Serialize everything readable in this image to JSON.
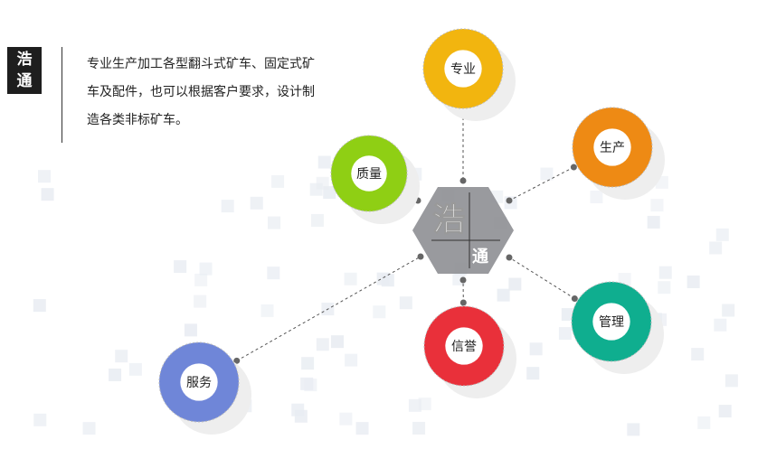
{
  "logo": {
    "line1": "浩",
    "line2": "通"
  },
  "intro": "专业生产加工各型翻斗式矿车、固定式矿车及配件，也可以根据客户要求，设计制造各类非标矿车。",
  "hub": {
    "char1": "浩",
    "char2": "通",
    "color": "#8e8f94"
  },
  "nodes": [
    {
      "label": "专业",
      "color": "#f2b50f"
    },
    {
      "label": "生产",
      "color": "#ee8a14"
    },
    {
      "label": "质量",
      "color": "#8fcf14"
    },
    {
      "label": "管理",
      "color": "#0fae8f"
    },
    {
      "label": "信誉",
      "color": "#e9303a"
    },
    {
      "label": "服务",
      "color": "#6f86d8"
    }
  ]
}
